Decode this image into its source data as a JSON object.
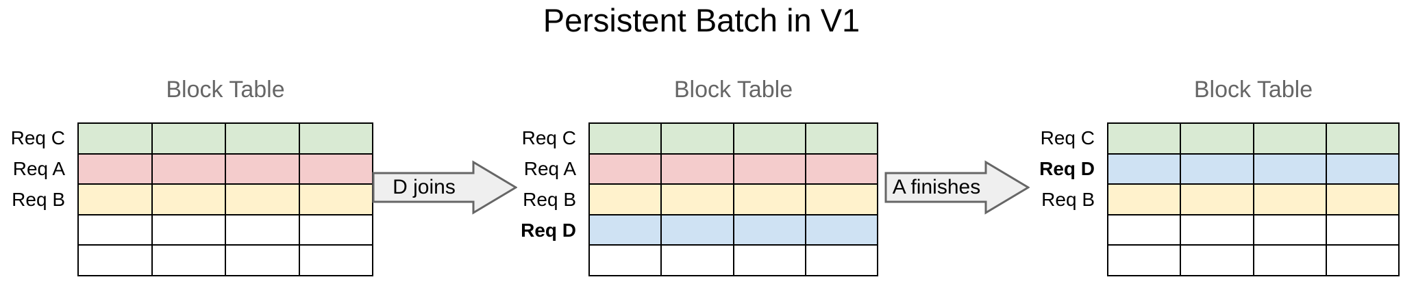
{
  "title": "Persistent Batch in V1",
  "palette": {
    "green": "#d9ead3",
    "red": "#f4cccc",
    "yellow": "#fff2cc",
    "blue": "#cfe2f3",
    "white": "#ffffff",
    "arrow_fill": "#efefef",
    "arrow_border": "#666666",
    "grid_border": "#000000",
    "table_title": "#666666"
  },
  "tables": [
    {
      "title": "Block Table",
      "columns": 4,
      "rows": [
        {
          "label": "Req C",
          "bold": false,
          "color": "green"
        },
        {
          "label": "Req A",
          "bold": false,
          "color": "red"
        },
        {
          "label": "Req B",
          "bold": false,
          "color": "yellow"
        },
        {
          "label": "",
          "bold": false,
          "color": "white"
        },
        {
          "label": "",
          "bold": false,
          "color": "white"
        }
      ]
    },
    {
      "title": "Block Table",
      "columns": 4,
      "rows": [
        {
          "label": "Req C",
          "bold": false,
          "color": "green"
        },
        {
          "label": "Req A",
          "bold": false,
          "color": "red"
        },
        {
          "label": "Req B",
          "bold": false,
          "color": "yellow"
        },
        {
          "label": "Req D",
          "bold": true,
          "color": "blue"
        },
        {
          "label": "",
          "bold": false,
          "color": "white"
        }
      ]
    },
    {
      "title": "Block Table",
      "columns": 4,
      "rows": [
        {
          "label": "Req C",
          "bold": false,
          "color": "green"
        },
        {
          "label": "Req D",
          "bold": true,
          "color": "blue"
        },
        {
          "label": "Req B",
          "bold": false,
          "color": "yellow"
        },
        {
          "label": "",
          "bold": false,
          "color": "white"
        },
        {
          "label": "",
          "bold": false,
          "color": "white"
        }
      ]
    }
  ],
  "arrows": [
    {
      "label": "D joins"
    },
    {
      "label": "A finishes"
    }
  ]
}
